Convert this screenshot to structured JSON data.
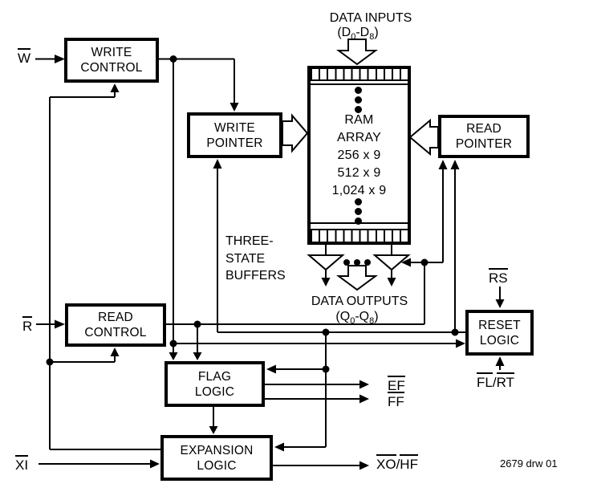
{
  "diagram_note": "2679 drw 01",
  "blocks": {
    "write_control": {
      "lines": [
        "WRITE",
        "CONTROL"
      ]
    },
    "write_pointer": {
      "lines": [
        "WRITE",
        "POINTER"
      ]
    },
    "ram_array": {
      "lines": [
        "RAM",
        "ARRAY",
        "256 x 9",
        "512 x 9",
        "1,024 x 9"
      ]
    },
    "read_pointer": {
      "lines": [
        "READ",
        "POINTER"
      ]
    },
    "read_control": {
      "lines": [
        "READ",
        "CONTROL"
      ]
    },
    "flag_logic": {
      "lines": [
        "FLAG",
        "LOGIC"
      ]
    },
    "expansion_logic": {
      "lines": [
        "EXPANSION",
        "LOGIC"
      ]
    },
    "reset_logic": {
      "lines": [
        "RESET",
        "LOGIC"
      ]
    }
  },
  "annotations": {
    "data_inputs": {
      "title": "DATA INPUTS",
      "bus": {
        "p1": "(D",
        "sub1": "0",
        "p2": "-D",
        "sub2": "8",
        "p3": ")"
      }
    },
    "data_outputs": {
      "title": "DATA OUTPUTS",
      "bus": {
        "p1": "(Q",
        "sub1": "0",
        "p2": "-Q",
        "sub2": "8",
        "p3": ")"
      }
    },
    "three_state_buffers": {
      "lines": [
        "THREE-",
        "STATE",
        "BUFFERS"
      ]
    }
  },
  "signals": {
    "w": "W",
    "r": "R",
    "xi": "XI",
    "rs": "RS",
    "fl": "FL",
    "rt": "RT",
    "slash": "/",
    "ef": "EF",
    "ff": "FF",
    "xo": "XO",
    "hf": "HF"
  },
  "colors": {
    "line": "#000000",
    "background": "#ffffff",
    "text": "#000000"
  }
}
